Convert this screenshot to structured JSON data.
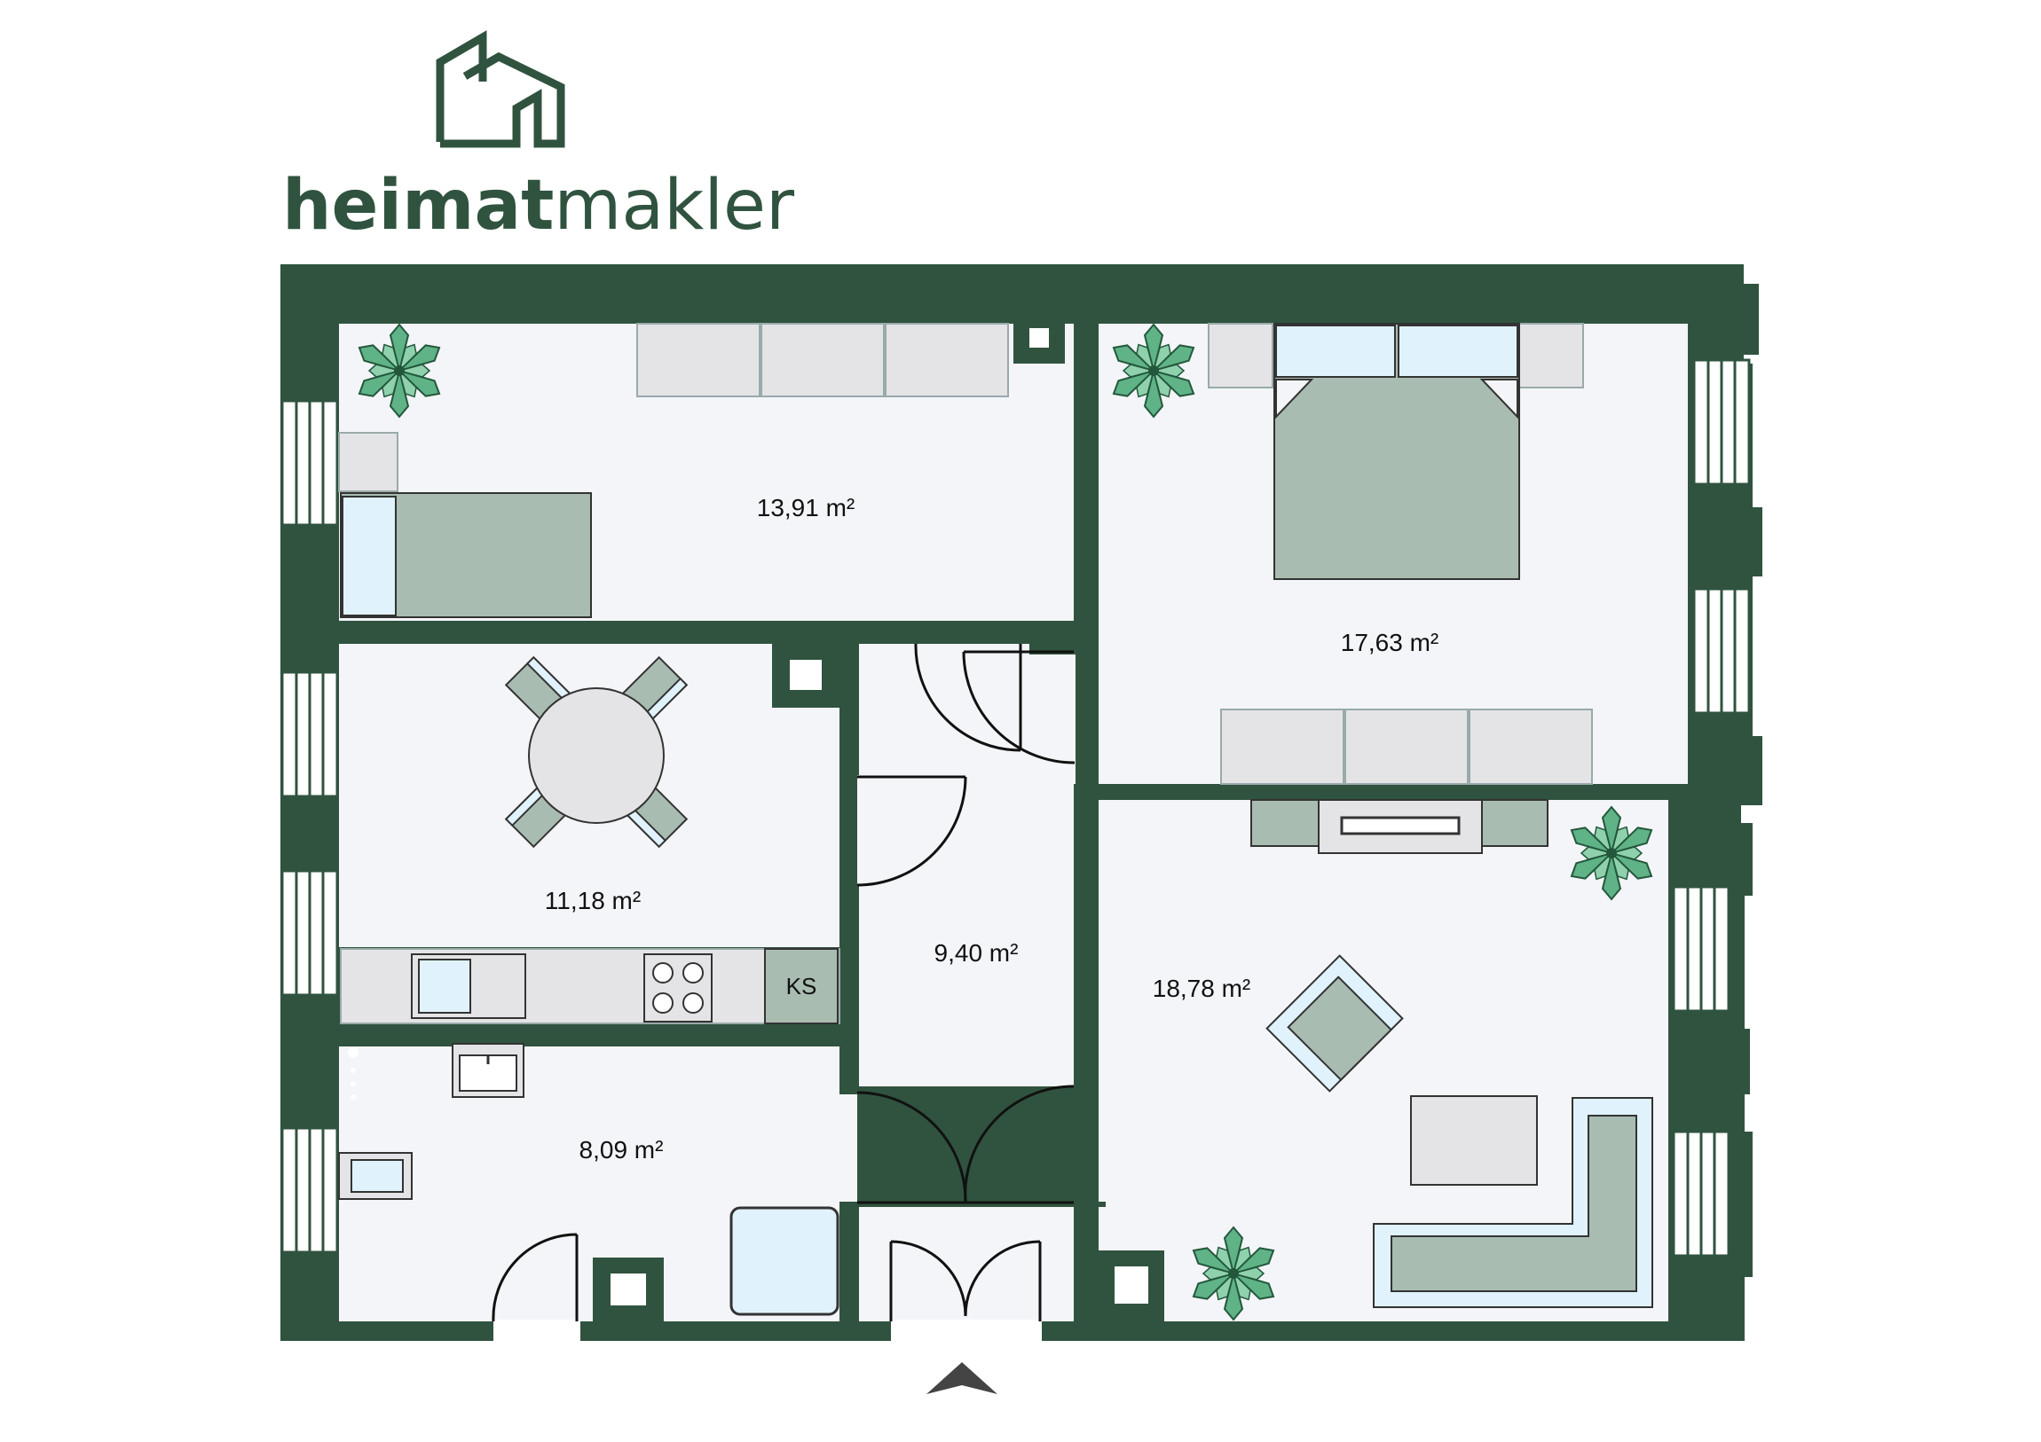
{
  "brand": {
    "name_bold": "heimat",
    "name_light": "makler",
    "color": "#30533f"
  },
  "floorplan": {
    "wall_color": "#30533f",
    "floor_color": "#f4f5f8",
    "rooms": [
      {
        "id": "room-bedroom-small",
        "area": "13,91 m²"
      },
      {
        "id": "room-bedroom-large",
        "area": "17,63 m²"
      },
      {
        "id": "room-kitchen",
        "area": "11,18 m²"
      },
      {
        "id": "room-hallway",
        "area": "9,40 m²"
      },
      {
        "id": "room-living",
        "area": "18,78 m²"
      },
      {
        "id": "room-bathroom",
        "area": "8,09 m²"
      }
    ],
    "appliances": {
      "fridge": "KS"
    },
    "icons": [
      "house-logo-icon",
      "plant-icon",
      "entrance-arrow-icon"
    ]
  }
}
